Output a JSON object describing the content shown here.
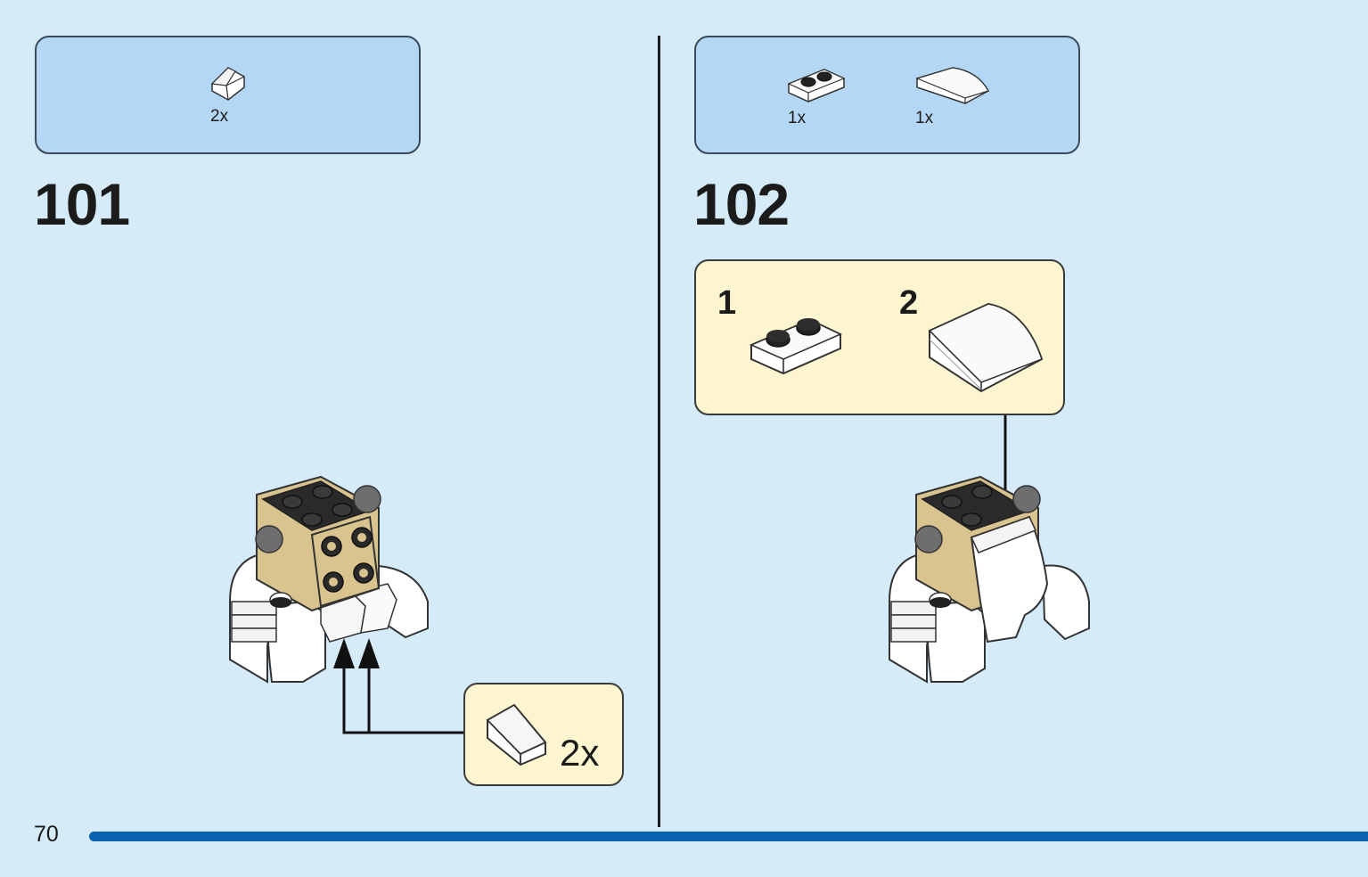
{
  "page": {
    "number": "70",
    "progress_color": "#0b62ad",
    "background_color": "#d5ebfa"
  },
  "steps": [
    {
      "number": "101",
      "parts": [
        {
          "icon": "slope-brick-white-icon",
          "qty": "2x"
        }
      ],
      "callout": {
        "icon": "slope-brick-white-icon",
        "qty": "2x"
      }
    },
    {
      "number": "102",
      "parts": [
        {
          "icon": "plate-1x2-white-icon",
          "qty": "1x"
        },
        {
          "icon": "curved-slope-white-icon",
          "qty": "1x"
        }
      ],
      "callout": {
        "substeps": [
          {
            "label": "1",
            "icon": "plate-1x2-white-icon"
          },
          {
            "label": "2",
            "icon": "curved-slope-white-icon"
          }
        ]
      }
    }
  ],
  "colors": {
    "parts_box": "#b3d7f4",
    "callout_box": "#fdf5cf",
    "tan_brick": "#d9c48f",
    "black_brick": "#2a2a2a",
    "grey_round": "#6e6e6e"
  }
}
